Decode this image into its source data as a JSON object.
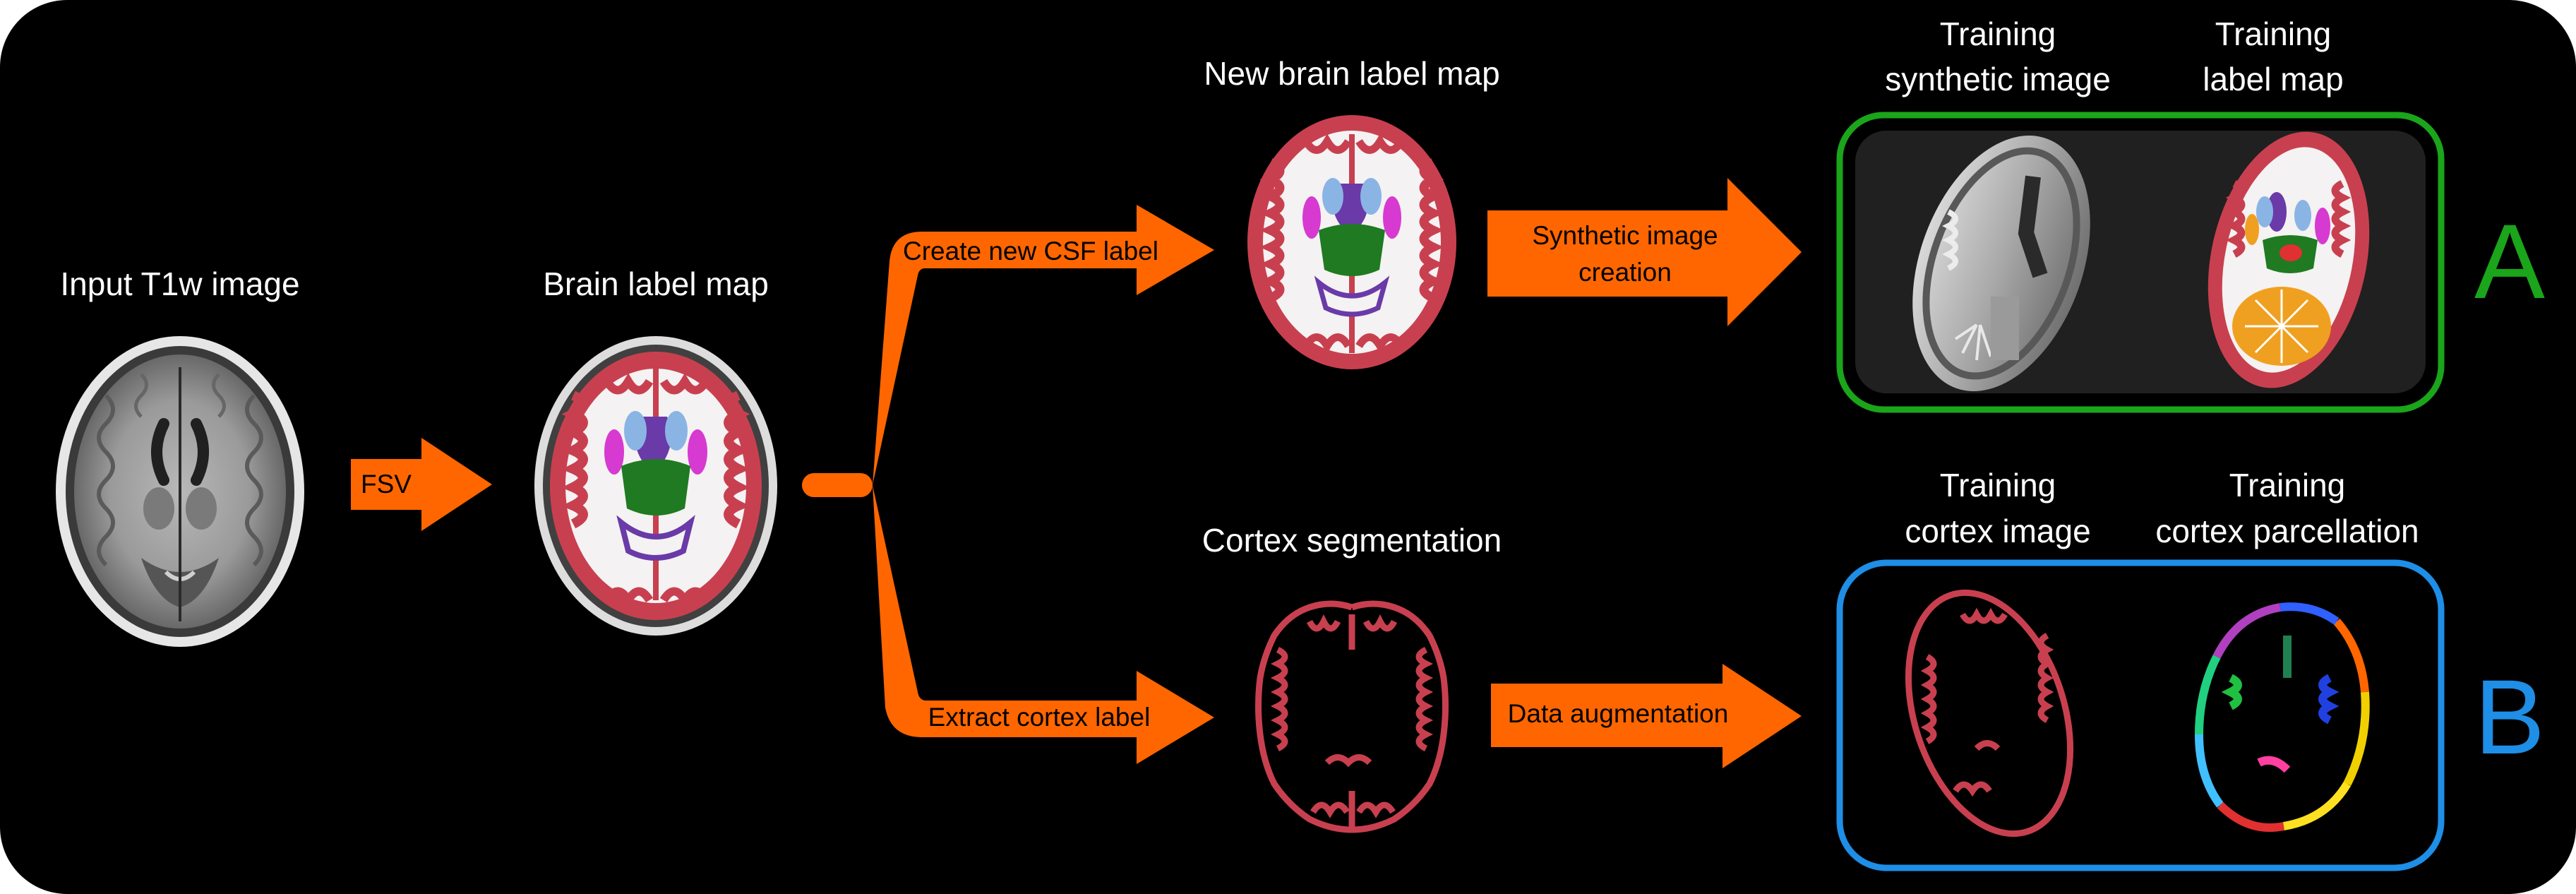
{
  "colors": {
    "background": "#000000",
    "arrow": "#ff6600",
    "box_a": "#1aa51a",
    "box_b": "#1e8ee6",
    "cortex_red": "#c8404f",
    "white_matter": "#f4f2f2",
    "thalamus_green": "#1f7a22",
    "ventricle_purple": "#6a3aa8",
    "caudate_blue": "#8ab4e4",
    "putamen_magenta": "#d63ad0",
    "cerebellum_orange": "#f0a020"
  },
  "labels": {
    "input": "Input T1w image",
    "brain_label_map": "Brain label map",
    "new_brain_label_map": "New brain label map",
    "cortex_segmentation": "Cortex segmentation",
    "training_synthetic_image": "Training synthetic image",
    "training_synthetic_image_l1": "Training",
    "training_synthetic_image_l2": "synthetic image",
    "training_label_map_l1": "Training",
    "training_label_map_l2": "label map",
    "training_cortex_image_l1": "Training",
    "training_cortex_image_l2": "cortex image",
    "training_cortex_parcellation_l1": "Training",
    "training_cortex_parcellation_l2": "cortex parcellation"
  },
  "arrows": {
    "fsv": "FSV",
    "create_csf": "Create new CSF label",
    "extract_cortex": "Extract cortex label",
    "synthetic_l1": "Synthetic image",
    "synthetic_l2": "creation",
    "data_augmentation": "Data augmentation"
  },
  "panels": {
    "a": "A",
    "b": "B"
  }
}
